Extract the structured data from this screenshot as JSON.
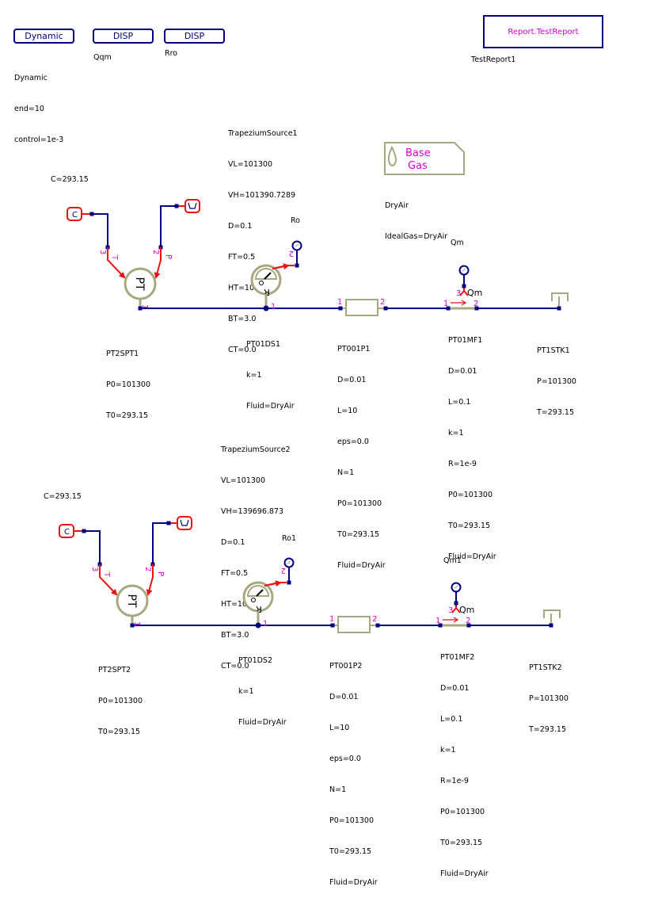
{
  "colors": {
    "wire": "#000080",
    "signal": "#ee1111",
    "component": "#a8a880",
    "pin_label": "#e000e0",
    "text": "#000000"
  },
  "toolbar_blocks": [
    {
      "label": "Dynamic",
      "caption": [
        "Dynamic",
        "end=10",
        "control=1e-3"
      ]
    },
    {
      "label": "DISP",
      "caption": [
        "Qqm"
      ]
    },
    {
      "label": "DISP",
      "caption": [
        "Rro"
      ]
    }
  ],
  "report": {
    "label": "Report.TestReport",
    "caption": "TestReport1"
  },
  "base_gas": {
    "line1": "Base",
    "line2": "Gas",
    "icon": "droplet-icon",
    "caption": [
      "DryAir",
      "IdealGas=DryAir"
    ]
  },
  "circuits": [
    {
      "trapezium": [
        "TrapeziumSource1",
        "VL=101300",
        "VH=101390.7289",
        "D=0.1",
        "FT=0.5",
        "HT=100",
        "BT=3.0",
        "CT=0.0"
      ],
      "constant_caption": "C=293.15",
      "constant_symbol": "C",
      "source": {
        "symbol": "PT",
        "caption": [
          "PT2SPT1",
          "P0=101300",
          "T0=293.15"
        ],
        "pin_T": "T",
        "pin_P": "P"
      },
      "density_sensor": {
        "title": "Ro",
        "caption": [
          "PT01DS1",
          "k=1",
          "Fluid=DryAir"
        ]
      },
      "pipe": {
        "caption": [
          "PT001P1",
          "D=0.01",
          "L=10",
          "eps=0.0",
          "N=1",
          "P0=101300",
          "T0=293.15",
          "Fluid=DryAir"
        ]
      },
      "flow_sensor": {
        "title": "Qm",
        "symbol": "Qm",
        "caption": [
          "PT01MF1",
          "D=0.01",
          "L=0.1",
          "k=1",
          "R=1e-9",
          "P0=101300",
          "T0=293.15",
          "Fluid=DryAir"
        ]
      },
      "sink": {
        "caption": [
          "PT1STK1",
          "P=101300",
          "T=293.15"
        ]
      }
    },
    {
      "trapezium": [
        "TrapeziumSource2",
        "VL=101300",
        "VH=139696.873",
        "D=0.1",
        "FT=0.5",
        "HT=100",
        "BT=3.0",
        "CT=0.0"
      ],
      "constant_caption": "C=293.15",
      "constant_symbol": "C",
      "source": {
        "symbol": "PT",
        "caption": [
          "PT2SPT2",
          "P0=101300",
          "T0=293.15"
        ],
        "pin_T": "T",
        "pin_P": "P"
      },
      "density_sensor": {
        "title": "Ro1",
        "caption": [
          "PT01DS2",
          "k=1",
          "Fluid=DryAir"
        ]
      },
      "pipe": {
        "caption": [
          "PT001P2",
          "D=0.01",
          "L=10",
          "eps=0.0",
          "N=1",
          "P0=101300",
          "T0=293.15",
          "Fluid=DryAir"
        ]
      },
      "flow_sensor": {
        "title": "Qm1",
        "symbol": "Qm",
        "caption": [
          "PT01MF2",
          "D=0.01",
          "L=0.1",
          "k=1",
          "R=1e-9",
          "P0=101300",
          "T0=293.15",
          "Fluid=DryAir"
        ]
      },
      "sink": {
        "caption": [
          "PT1STK2",
          "P=101300",
          "T=293.15"
        ]
      }
    }
  ],
  "pin_numbers": {
    "one": "1",
    "two": "2",
    "three": "3"
  }
}
